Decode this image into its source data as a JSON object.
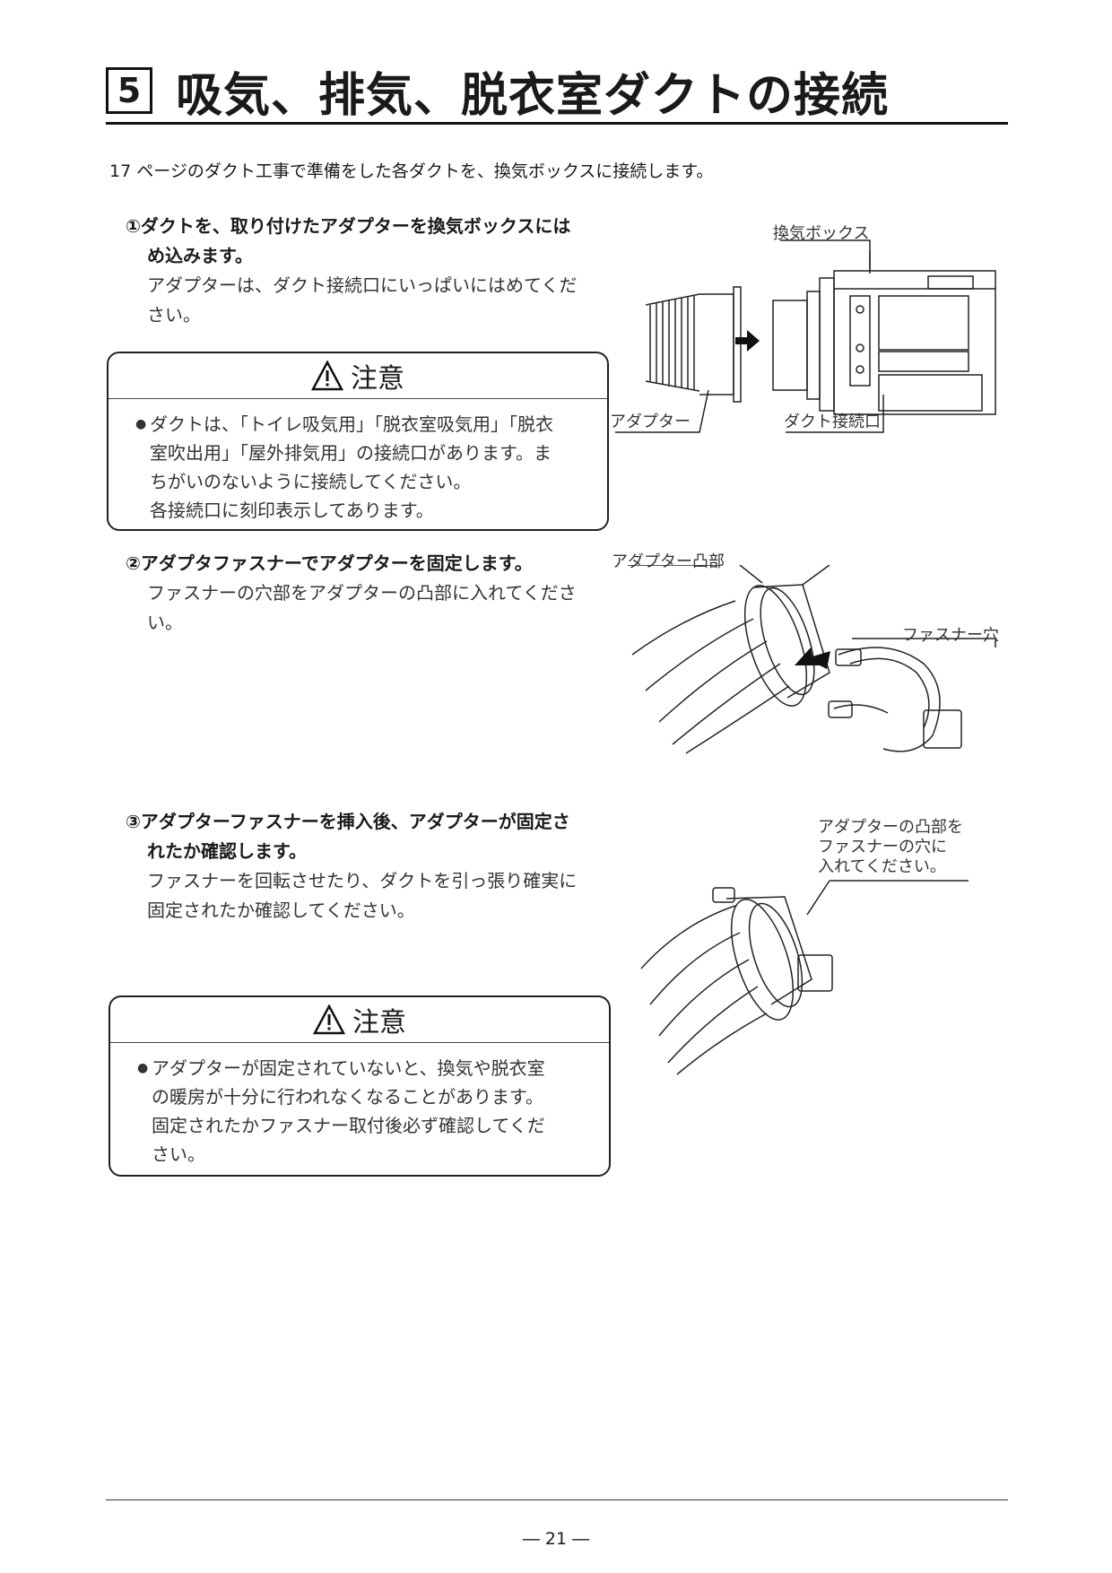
{
  "header": {
    "section_number": "5",
    "title": "吸気、排気、脱衣室ダクトの接続"
  },
  "intro": "17 ページのダクト工事で準備をした各ダクトを、換気ボックスに接続します。",
  "steps": [
    {
      "heading_lines": [
        "①ダクトを、取り付けたアダプターを換気ボックスには",
        "め込みます。"
      ],
      "body_lines": [
        "アダプターは、ダクト接続口にいっぱいにはめてくだ",
        "さい。"
      ]
    },
    {
      "heading_lines": [
        "②アダプタファスナーでアダプターを固定します。"
      ],
      "body_lines": [
        "ファスナーの穴部をアダプターの凸部に入れてくださ",
        "い。"
      ]
    },
    {
      "heading_lines": [
        "③アダプターファスナーを挿入後、アダプターが固定さ",
        "れたか確認します。"
      ],
      "body_lines": [
        "ファスナーを回転させたり、ダクトを引っ張り確実に",
        "固定されたか確認してください。"
      ]
    }
  ],
  "cautions": [
    {
      "title": "注意",
      "lines": [
        "ダクトは、「トイレ吸気用」「脱衣室吸気用」「脱衣",
        "室吹出用」「屋外排気用」の接続口があります。ま",
        "ちがいのないように接続してください。",
        "各接続口に刻印表示してあります。"
      ]
    },
    {
      "title": "注意",
      "lines": [
        "アダプターが固定されていないと、換気や脱衣室",
        "の暖房が十分に行われなくなることがあります。",
        "固定されたかファスナー取付後必ず確認してくだ",
        "さい。"
      ]
    }
  ],
  "figure_labels": {
    "ventilation_box": "換気ボックス",
    "adapter": "アダプター",
    "duct_port": "ダクト接続口",
    "adapter_boss": "アダプター凸部",
    "fastener_hole": "ファスナー穴",
    "note_lines": [
      "アダプターの凸部を",
      "ファスナーの穴に",
      "入れてください。"
    ]
  },
  "footer": {
    "page_number": "― 21 ―"
  }
}
